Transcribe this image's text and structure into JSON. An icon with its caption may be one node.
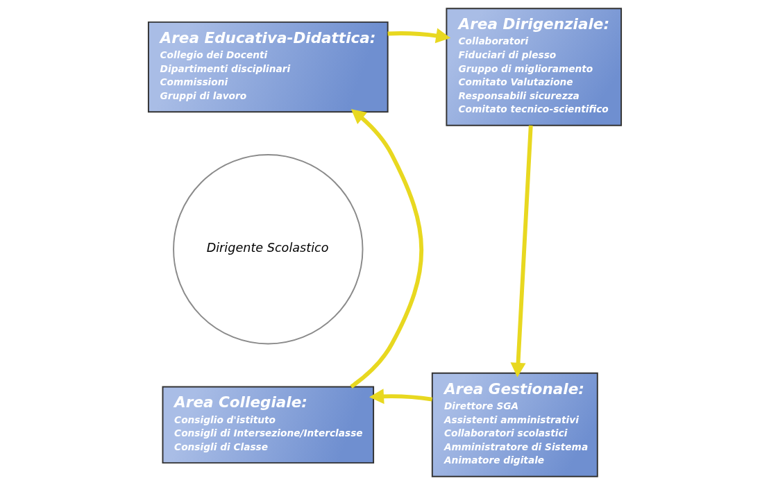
{
  "diagram": {
    "nodes": [
      {
        "text": [
          "Area Educativa-Didattica:",
          "Collegio dei Docenti",
          "Dipartimenti disciplinari",
          "Commissioni",
          "Gruppi di lavoro"
        ]
      },
      {
        "text": [
          "Area Dirigenziale:",
          "Collaboratori",
          "Fiduciari di plesso",
          "Gruppo di miglioramento",
          "Comitato Valutazione",
          "Responsabili sicurezza",
          "Comitato tecnico-scientifico"
        ]
      },
      {
        "text": [
          "Dirigente Scolastico"
        ]
      },
      {
        "text": [
          "Area Collegiale:",
          "Consiglio d'istituto",
          "Consigli di Intersezione/Interclasse",
          "Consigli di Classe"
        ]
      },
      {
        "text": [
          "Area Gestionale:",
          "Direttore SGA",
          "Assistenti amministrativi",
          "Collaboratori scolastici",
          "Amministratore di Sistema",
          "Animatore digitale"
        ]
      }
    ],
    "edges": [
      {
        "from": 0,
        "to": 1,
        "arrow": "to"
      },
      {
        "from": 1,
        "to": 4,
        "arrow": "to"
      },
      {
        "from": 4,
        "to": 3,
        "arrow": "to"
      },
      {
        "from": 3,
        "to": 0,
        "arrow": "to"
      }
    ]
  }
}
